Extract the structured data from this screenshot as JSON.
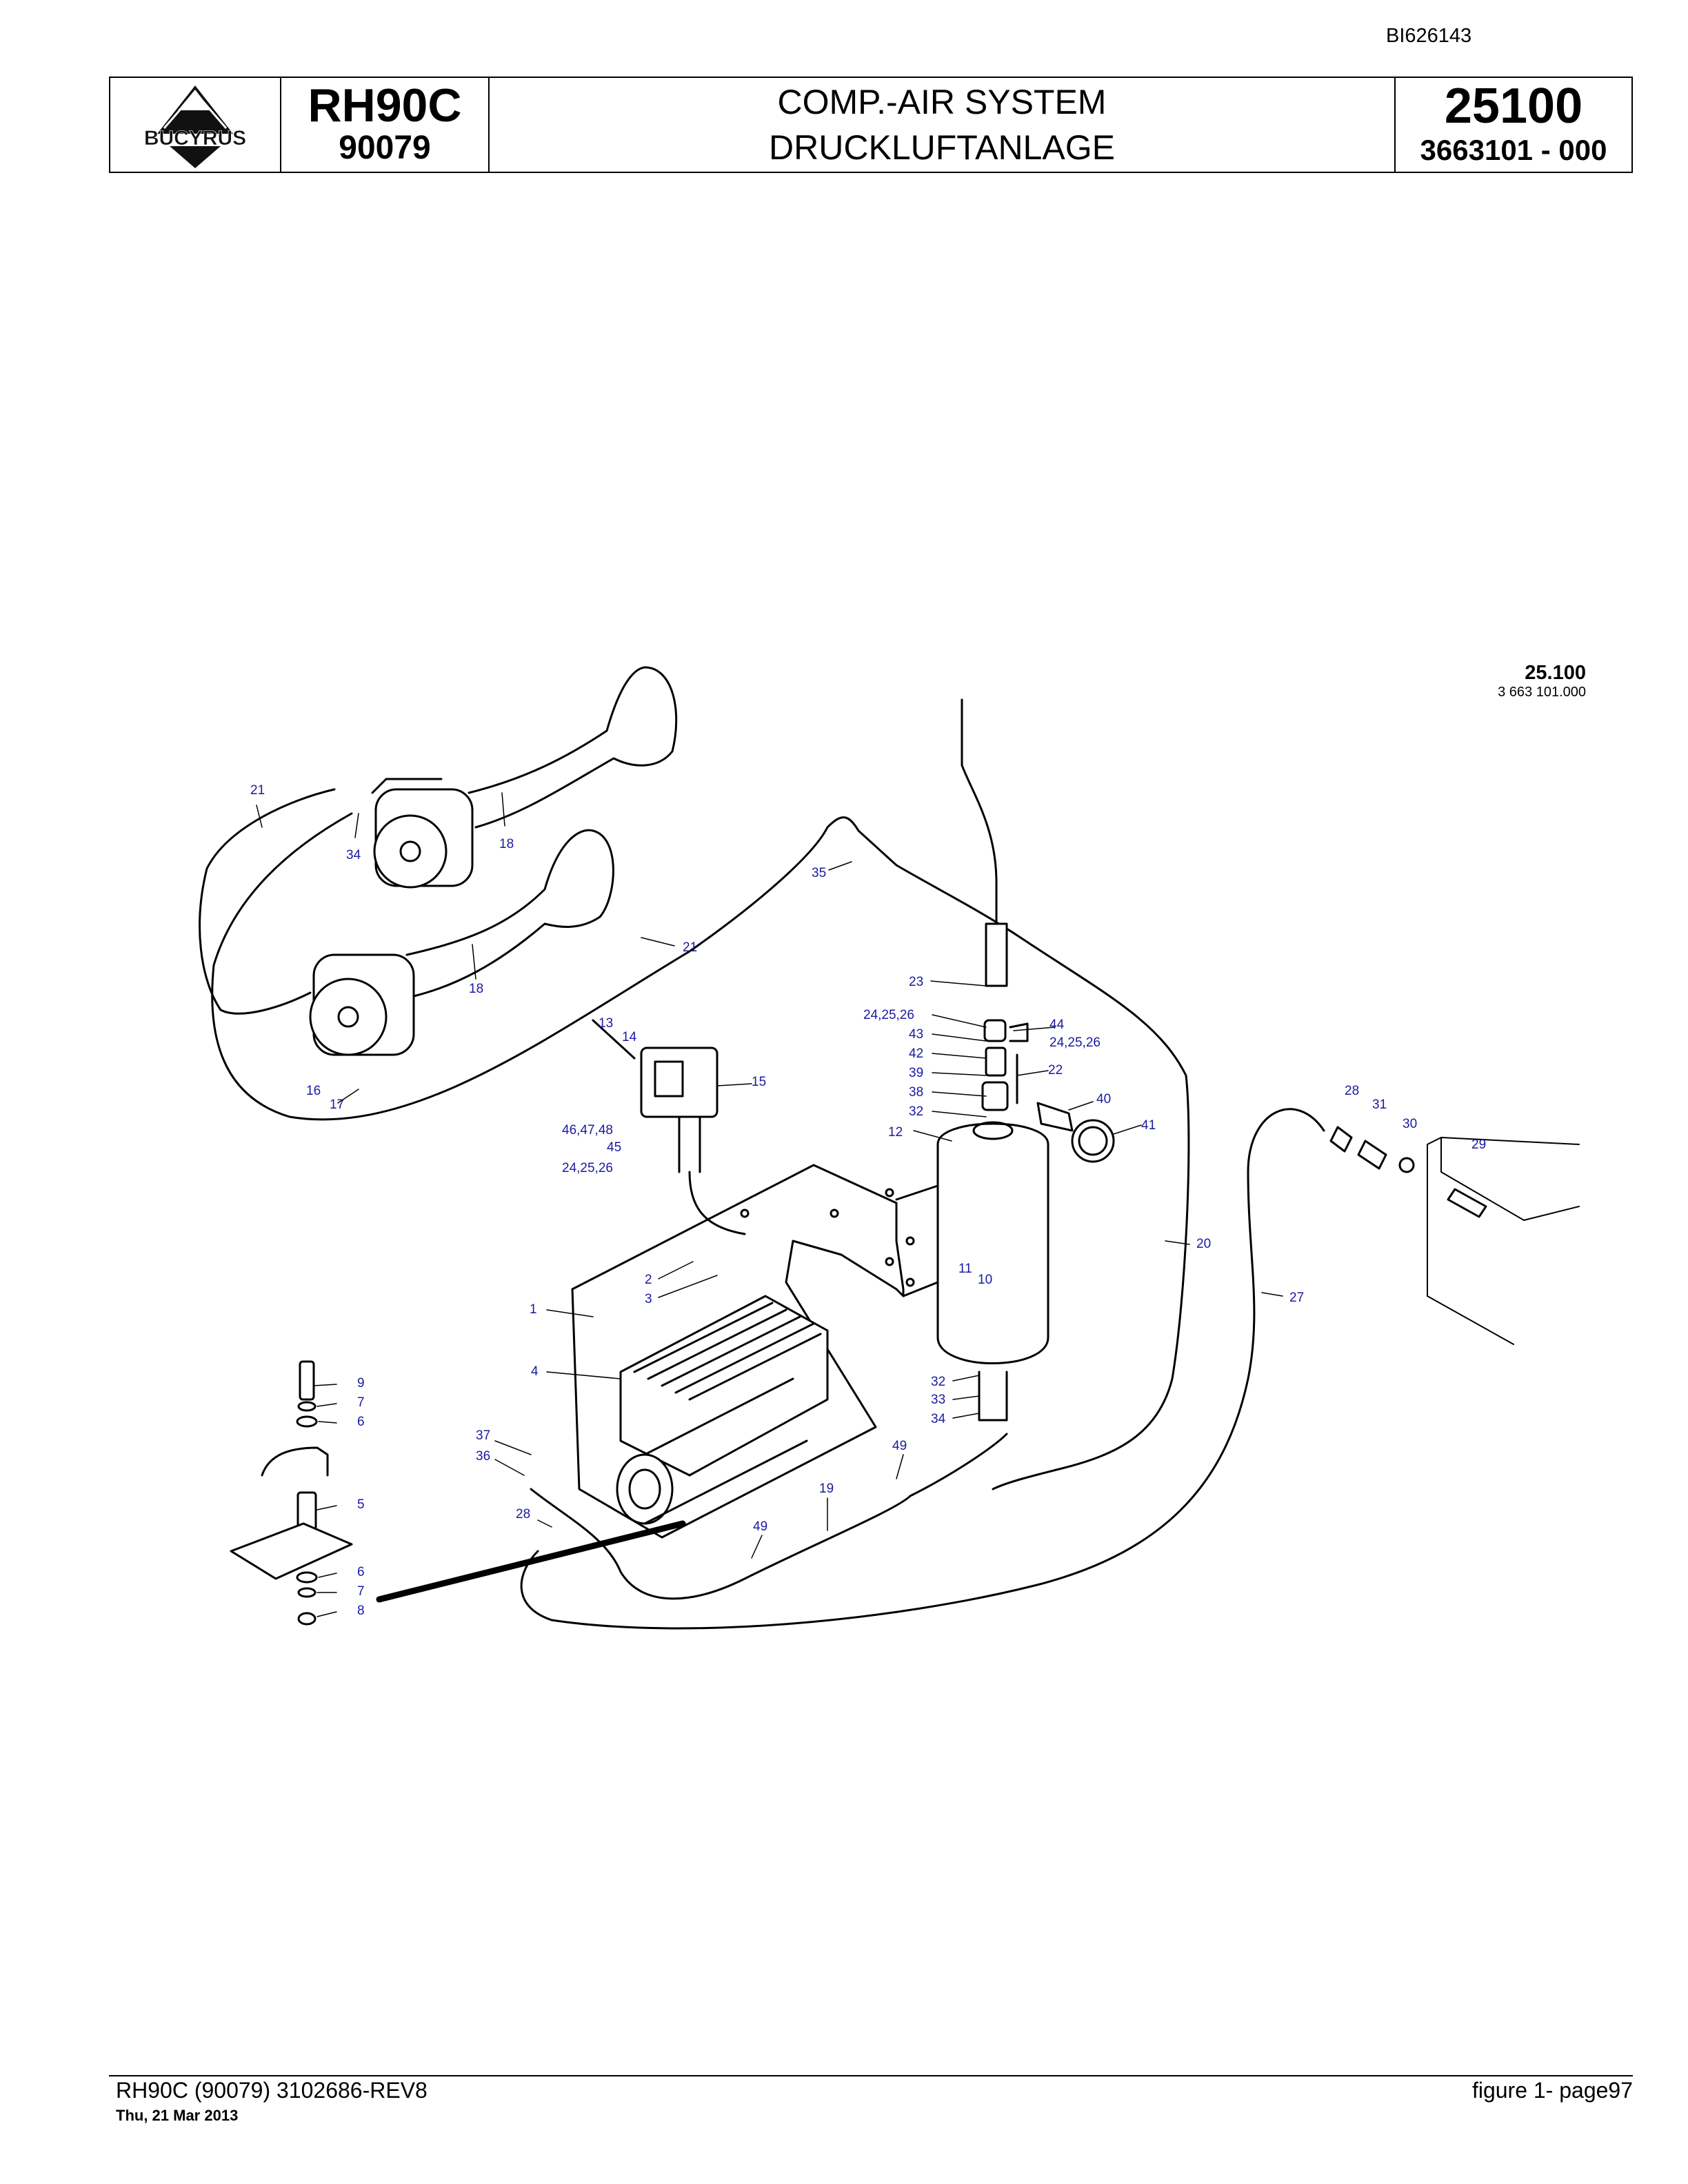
{
  "header": {
    "doc_id": "BI626143",
    "brand": "BUCYRUS",
    "model_name": "RH90C",
    "model_code": "90079",
    "title_en": "COMP.-AIR SYSTEM",
    "title_de": "DRUCKLUFTANLAGE",
    "section_number": "25100",
    "part_number": "3663101  - 000"
  },
  "figure": {
    "figure_number": "25.100",
    "figure_part_number": "3 663 101.000",
    "callouts": [
      "21",
      "34",
      "18",
      "35",
      "21",
      "18",
      "13",
      "14",
      "15",
      "16",
      "17",
      "46,47,48",
      "45",
      "24,25,26",
      "23",
      "24,25,26",
      "43",
      "42",
      "39",
      "38",
      "32",
      "12",
      "44",
      "24,25,26",
      "22",
      "40",
      "41",
      "28",
      "31",
      "30",
      "29",
      "20",
      "27",
      "2",
      "3",
      "1",
      "11",
      "10",
      "4",
      "9",
      "7",
      "6",
      "32",
      "33",
      "34",
      "37",
      "36",
      "49",
      "19",
      "28",
      "49",
      "5",
      "6",
      "7",
      "8"
    ]
  },
  "footer": {
    "left": "RH90C (90079) 3102686-REV8",
    "date": "Thu, 21 Mar 2013",
    "right": "figure  1- page97"
  }
}
